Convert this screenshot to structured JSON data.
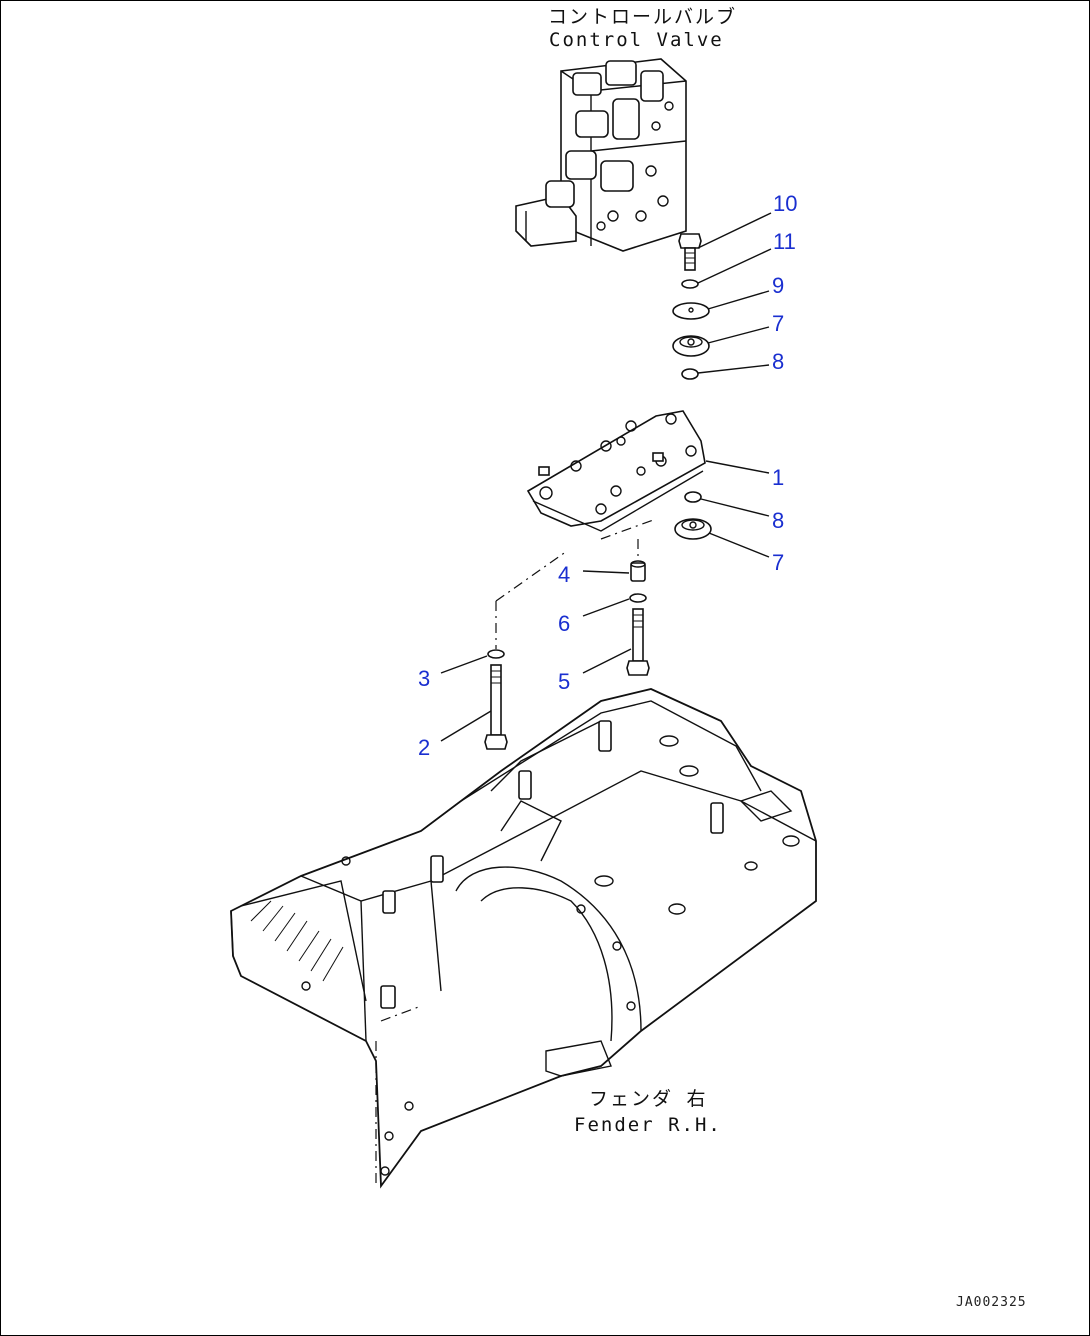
{
  "labels": {
    "control_valve_jp": "コントロールバルブ",
    "control_valve_en": "Control Valve",
    "fender_jp": "フェンダ 右",
    "fender_en": "Fender R.H.",
    "drawing_code": "JA002325"
  },
  "callouts": {
    "c10": "10",
    "c11": "11",
    "c9": "9",
    "c7a": "7",
    "c8a": "8",
    "c1": "1",
    "c8b": "8",
    "c7b": "7",
    "c4": "4",
    "c6": "6",
    "c5": "5",
    "c3": "3",
    "c2": "2"
  },
  "colors": {
    "callout": "#1a2fd0",
    "line": "#111111"
  }
}
